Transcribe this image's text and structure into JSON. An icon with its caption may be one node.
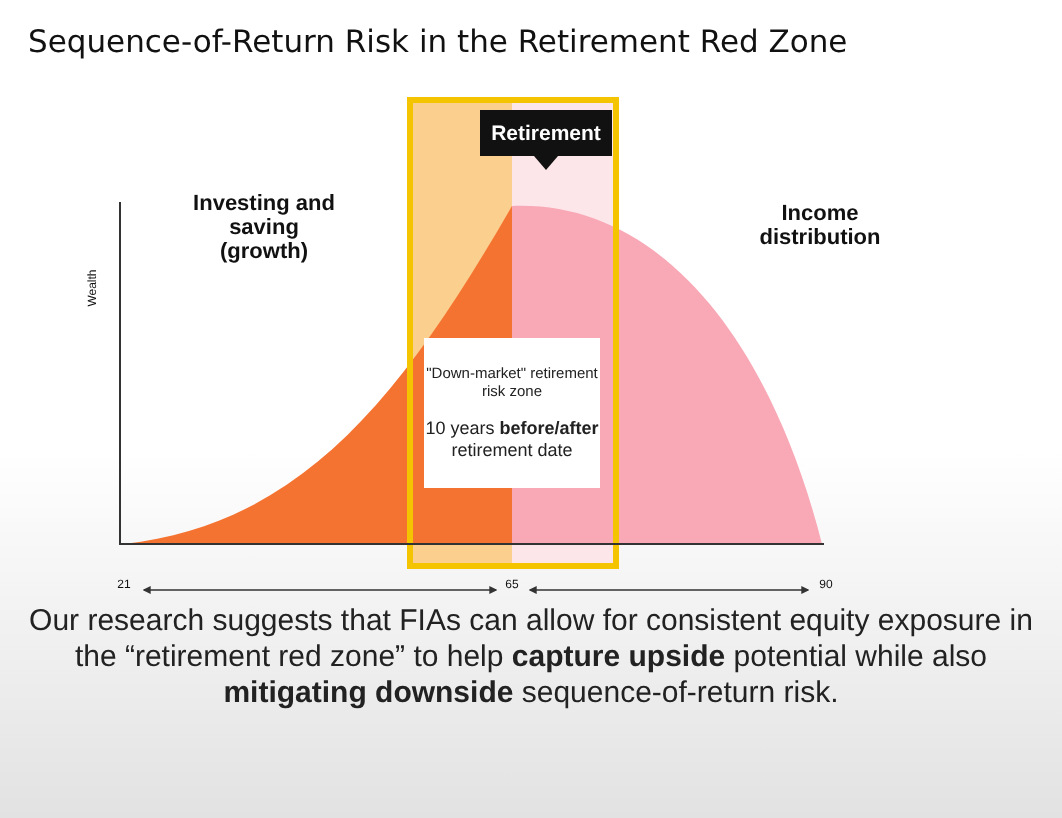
{
  "diagram": {
    "title": "Sequence-of-Return Risk in the Retirement Red Zone",
    "nodes": [
      {
        "text": [
          "Retirement"
        ]
      },
      {
        "text": [
          "\"Down-market\" retirement risk zone",
          "10 years **before/after** retirement date"
        ]
      }
    ],
    "labels": [
      "Investing and saving (growth)",
      "Income distribution",
      "Wealth",
      "21",
      "65",
      "90"
    ],
    "caption": "Our research suggests that FIAs can allow for consistent equity exposure in the “retirement red zone” to help **capture upside** potential while also **mitigating downside** sequence-of-return risk."
  }
}
